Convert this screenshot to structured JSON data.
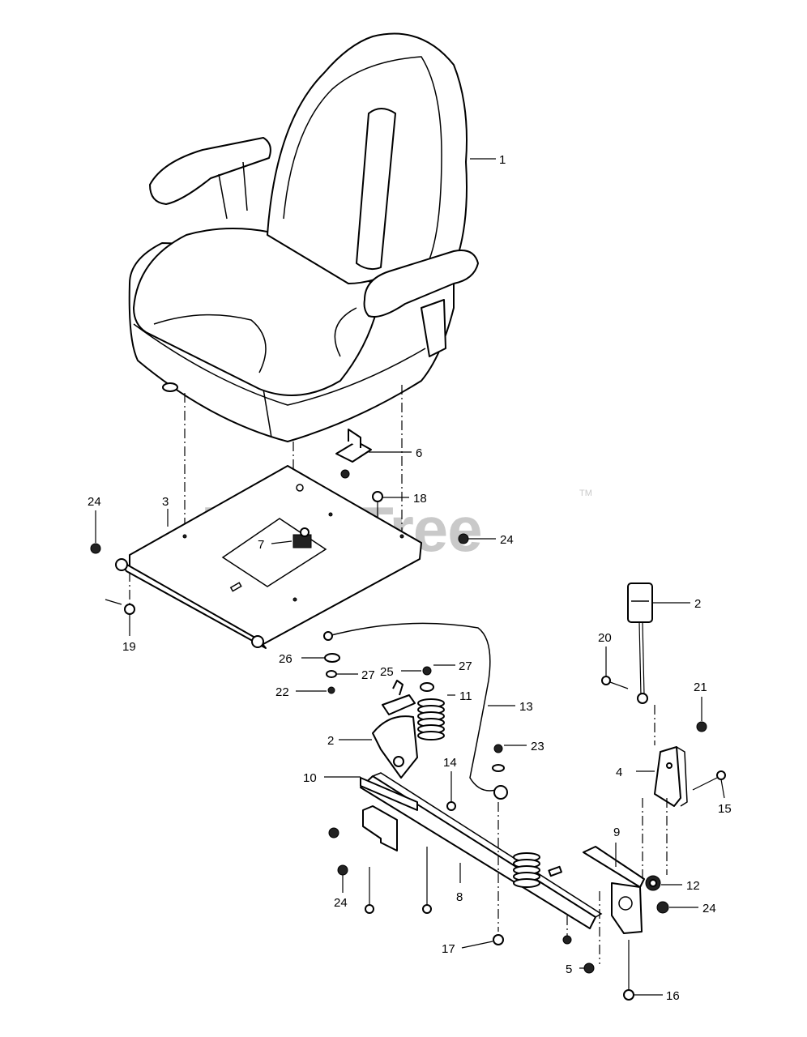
{
  "watermark": {
    "text": "PartsTree",
    "trademark": "TM"
  },
  "callouts": [
    {
      "id": "c1",
      "label": "1"
    },
    {
      "id": "c2a",
      "label": "2"
    },
    {
      "id": "c2b",
      "label": "2"
    },
    {
      "id": "c3",
      "label": "3"
    },
    {
      "id": "c4",
      "label": "4"
    },
    {
      "id": "c5",
      "label": "5"
    },
    {
      "id": "c6",
      "label": "6"
    },
    {
      "id": "c7",
      "label": "7"
    },
    {
      "id": "c8",
      "label": "8"
    },
    {
      "id": "c9",
      "label": "9"
    },
    {
      "id": "c10",
      "label": "10"
    },
    {
      "id": "c11",
      "label": "11"
    },
    {
      "id": "c12",
      "label": "12"
    },
    {
      "id": "c13",
      "label": "13"
    },
    {
      "id": "c14",
      "label": "14"
    },
    {
      "id": "c15",
      "label": "15"
    },
    {
      "id": "c16",
      "label": "16"
    },
    {
      "id": "c17",
      "label": "17"
    },
    {
      "id": "c18",
      "label": "18"
    },
    {
      "id": "c19",
      "label": "19"
    },
    {
      "id": "c20",
      "label": "20"
    },
    {
      "id": "c21",
      "label": "21"
    },
    {
      "id": "c22",
      "label": "22"
    },
    {
      "id": "c23",
      "label": "23"
    },
    {
      "id": "c24a",
      "label": "24"
    },
    {
      "id": "c24b",
      "label": "24"
    },
    {
      "id": "c24c",
      "label": "24"
    },
    {
      "id": "c24d",
      "label": "24"
    },
    {
      "id": "c25",
      "label": "25"
    },
    {
      "id": "c26",
      "label": "26"
    },
    {
      "id": "c27a",
      "label": "27"
    },
    {
      "id": "c27b",
      "label": "27"
    }
  ]
}
